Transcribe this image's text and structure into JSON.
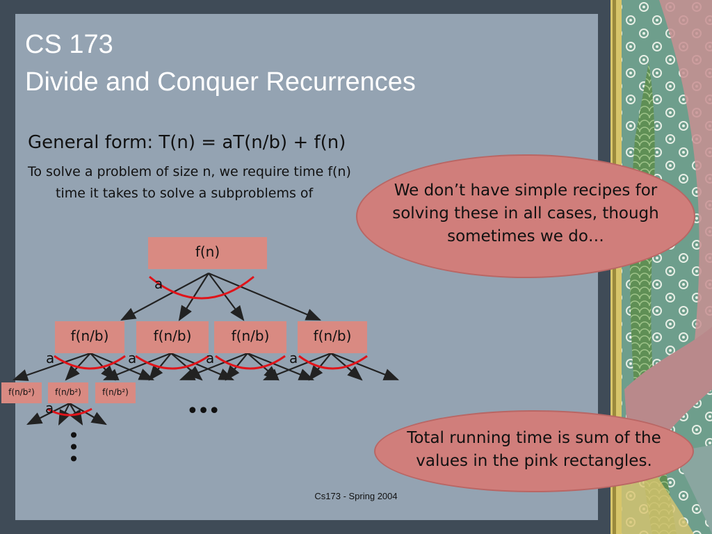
{
  "slide": {
    "title_line1": "CS 173",
    "title_line2": "Divide and Conquer Recurrences",
    "general_form": "General form: T(n) = aT(n/b) + f(n)",
    "desc_line1": "To solve a problem of size n, we require time f(n)",
    "desc_line2": "time it takes to solve a subproblems of",
    "footer": "Cs173 - Spring 2004"
  },
  "tree": {
    "root": "f(n)",
    "level1": [
      "f(n/b)",
      "f(n/b)",
      "f(n/b)",
      "f(n/b)"
    ],
    "level2": [
      "f(n/b²)",
      "f(n/b²)",
      "f(n/b²)"
    ],
    "branch_label": "a",
    "horizontal_ellipsis": "•••",
    "vertical_ellipsis": "•"
  },
  "callouts": {
    "top_line1": "We don’t have simple recipes for",
    "top_line2": "solving these in all cases, though",
    "top_line3": "sometimes we do…",
    "bottom_line1": "Total running time is sum of the",
    "bottom_line2": "values in the pink rectangles."
  },
  "colors": {
    "slide_bg": "#94a3b2",
    "frame_bg": "#3f4b57",
    "box_fill": "#d98a82",
    "bubble_fill": "#d07e7b",
    "arc_red": "#e0141a",
    "title_white": "#ffffff"
  }
}
